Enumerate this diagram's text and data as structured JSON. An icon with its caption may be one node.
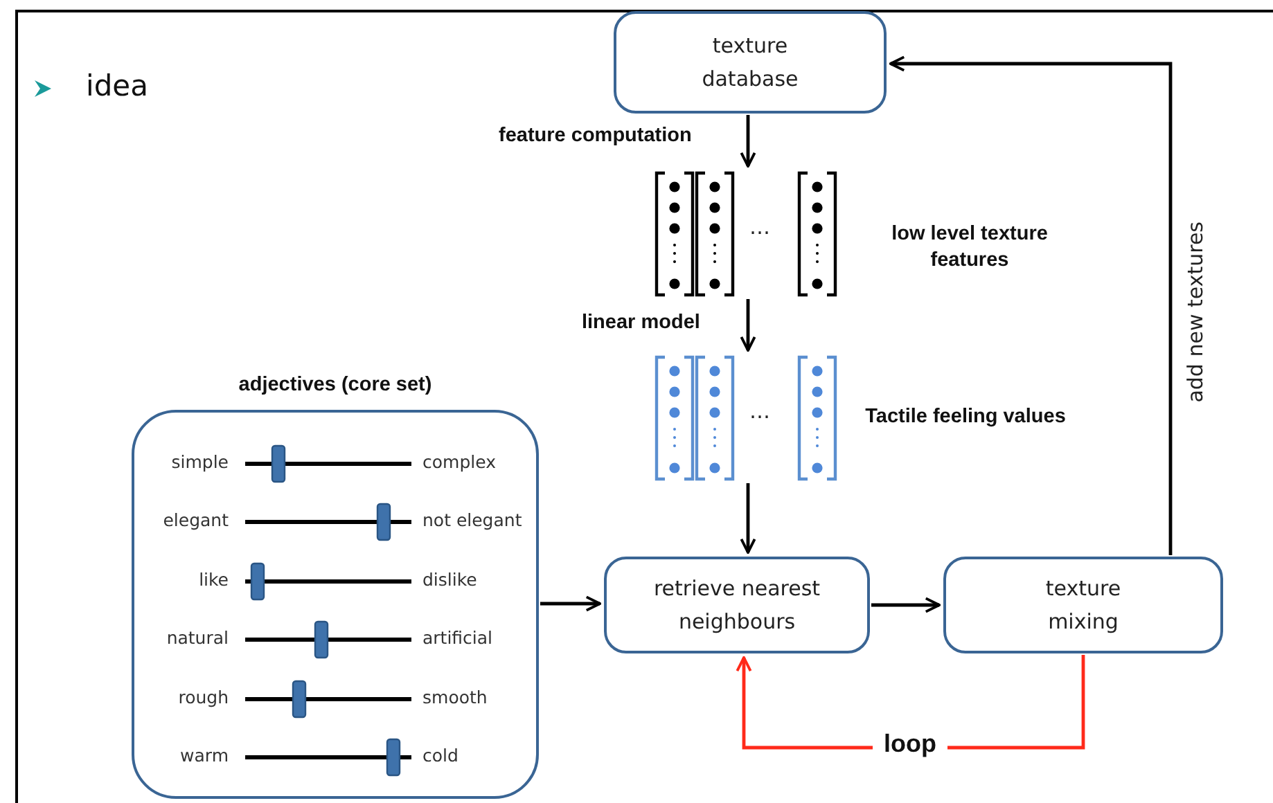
{
  "diagram": {
    "nodes": [
      {
        "text": [
          "texture database"
        ]
      },
      {
        "text": [],
        "shape": "picture",
        "beside": [
          "low level texture features"
        ]
      },
      {
        "text": [],
        "shape": "picture",
        "beside": [
          "Tactile feeling values"
        ]
      },
      {
        "text": [
          "adjectives (core set)"
        ]
      },
      {
        "text": [
          "retrieve nearest neighbours"
        ]
      },
      {
        "text": [
          "texture mixing"
        ]
      }
    ],
    "edges": [
      {
        "from": 0,
        "to": 1,
        "arrow": "to",
        "label": "feature computation"
      },
      {
        "from": 1,
        "to": 2,
        "arrow": "to",
        "label": "linear model"
      },
      {
        "from": 2,
        "to": 4,
        "arrow": "to"
      },
      {
        "from": 3,
        "to": 4,
        "arrow": "to"
      },
      {
        "from": 4,
        "to": 5,
        "arrow": "to"
      },
      {
        "from": 5,
        "to": 4,
        "arrow": "to",
        "label": "loop",
        "color": "#ff2a1a"
      },
      {
        "from": 5,
        "to": 0,
        "arrow": "to",
        "label": "add new textures"
      }
    ],
    "labels": [
      "idea",
      "…",
      "…",
      "simple",
      "complex",
      "elegant",
      "not elegant",
      "like",
      "dislike",
      "natural",
      "artificial",
      "rough",
      "smooth",
      "warm",
      "cold"
    ]
  }
}
